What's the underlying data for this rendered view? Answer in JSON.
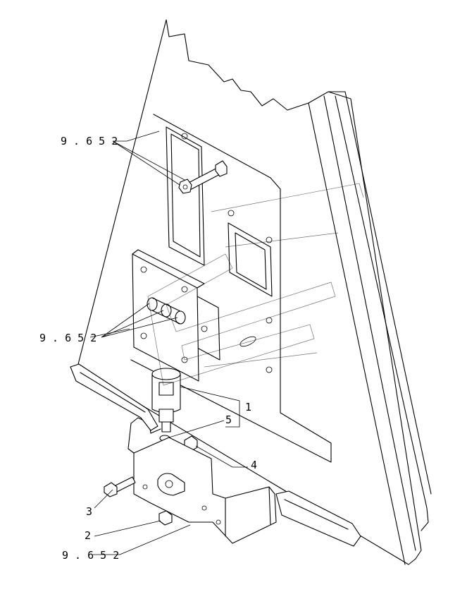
{
  "callouts": {
    "ref_top": "9 . 6 5 2",
    "ref_middle": "9 . 6 5 2",
    "ref_bottom": "9 . 6 5 2",
    "item_1": "1",
    "item_2": "2",
    "item_3": "3",
    "item_4": "4",
    "item_5": "5"
  }
}
